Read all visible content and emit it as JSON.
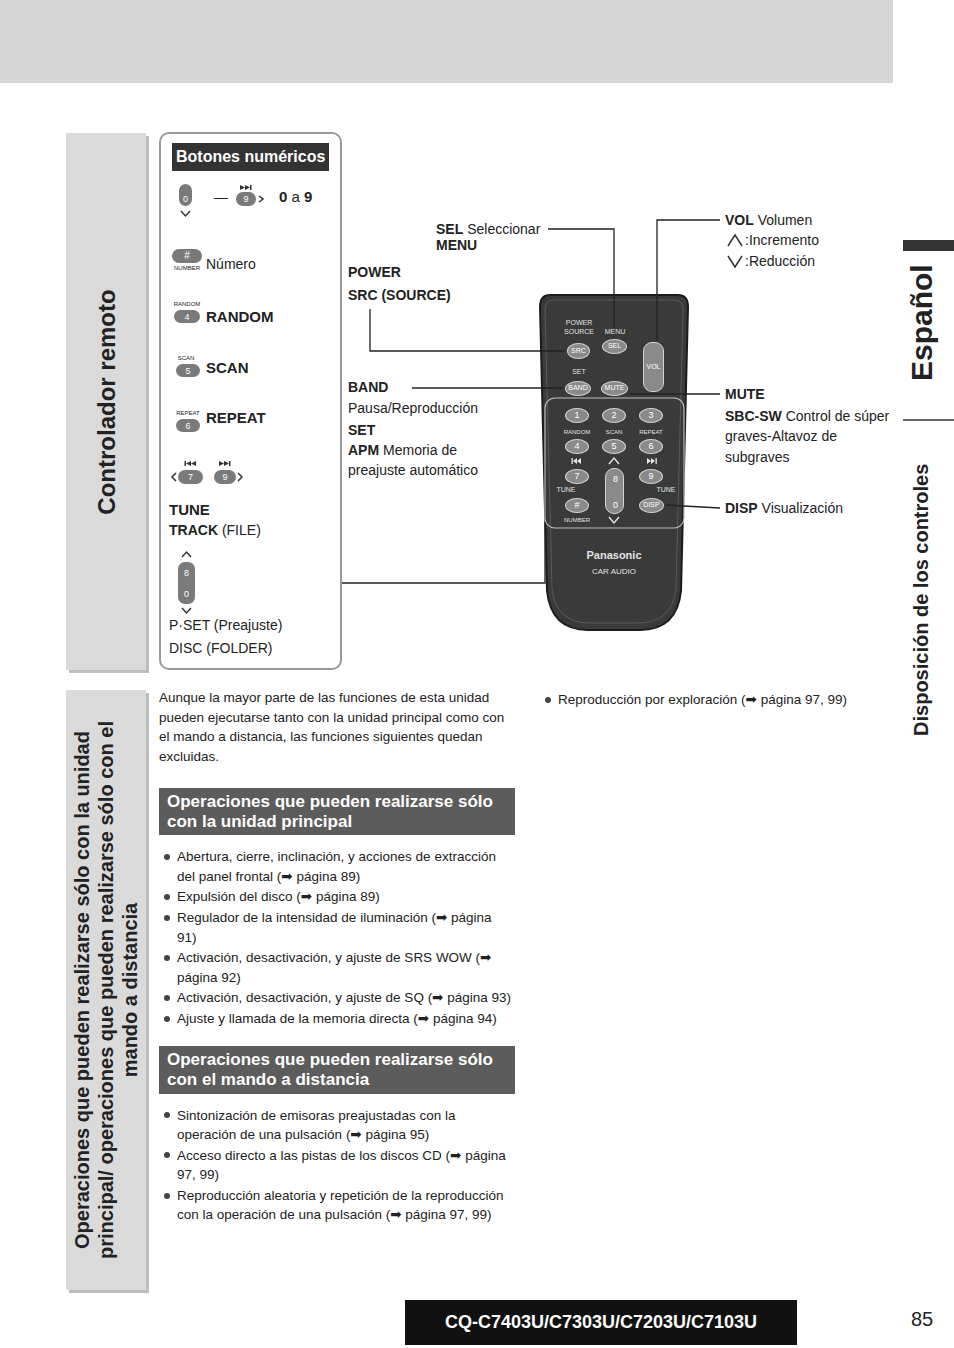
{
  "diagram": {
    "nodes": [
      {
        "text": [
          "Controlador remoto"
        ]
      },
      {
        "text": [
          "Botones numéricos"
        ]
      },
      {
        "text": [
          "0"
        ],
        "in": 1
      },
      {
        "text": [
          "9"
        ],
        "in": 1
      },
      {
        "text": [
          "#",
          "NUMBER"
        ],
        "in": 1
      },
      {
        "text": [
          "RANDOM",
          "4"
        ],
        "in": 1
      },
      {
        "text": [
          "SCAN",
          "5"
        ],
        "in": 1
      },
      {
        "text": [
          "REPEAT",
          "6"
        ],
        "in": 1
      },
      {
        "text": [
          "7"
        ],
        "in": 1
      },
      {
        "text": [
          "9"
        ],
        "in": 1
      },
      {
        "text": [
          "8",
          "0"
        ],
        "in": 1
      },
      {
        "text": [
          "POWER SOURCE",
          "MENU",
          "SET",
          "RANDOM",
          "SCAN",
          "REPEAT",
          "TUNE",
          "TUNE",
          "NUMBER",
          "Panasonic",
          "CAR AUDIO"
        ]
      },
      {
        "text": [
          "SRC"
        ],
        "in": 11
      },
      {
        "text": [
          "SEL"
        ],
        "in": 11
      },
      {
        "text": [
          "VOL"
        ],
        "in": 11
      },
      {
        "text": [
          "BAND"
        ],
        "in": 11
      },
      {
        "text": [
          "MUTE"
        ],
        "in": 11
      },
      {
        "text": [
          "1"
        ],
        "in": 11
      },
      {
        "text": [
          "2"
        ],
        "in": 11
      },
      {
        "text": [
          "3"
        ],
        "in": 11
      },
      {
        "text": [
          "4"
        ],
        "in": 11
      },
      {
        "text": [
          "5"
        ],
        "in": 11
      },
      {
        "text": [
          "6"
        ],
        "in": 11
      },
      {
        "text": [
          "7"
        ],
        "in": 11
      },
      {
        "text": [
          "8",
          "0"
        ],
        "in": 11
      },
      {
        "text": [
          "9"
        ],
        "in": 11
      },
      {
        "text": [
          "#"
        ],
        "in": 11
      },
      {
        "text": [
          "DISP"
        ],
        "in": 11
      },
      {
        "text": [
          "Operaciones que pueden realizarse sólo con la unidad principal/ operaciones que pueden realizarse sólo con el mando a distancia"
        ]
      },
      {
        "text": [
          "Operaciones que pueden realizarse sólo con la unidad principal"
        ]
      },
      {
        "text": [
          "Operaciones que pueden realizarse sólo con el mando a distancia"
        ]
      },
      {
        "text": [
          "CQ-C7403U/C7303U/C7203U/C7103U"
        ]
      }
    ],
    "labels": [
      "—",
      "0",
      "a",
      "9",
      "Número",
      "RANDOM",
      "SCAN",
      "REPEAT",
      "TUNE",
      "TRACK",
      "(FILE)",
      "P·SET (Preajuste)",
      "DISC (FOLDER)",
      "SEL",
      "Seleccionar",
      "MENU",
      "POWER",
      "SRC (SOURCE)",
      "BAND",
      "Pausa/Reproducción",
      "SET",
      "APM",
      "Memoria de preajuste automático",
      "VOL",
      "Volumen",
      ":Incremento",
      ":Reducción",
      "MUTE",
      "SBC-SW",
      "Control de súper graves-Altavoz de subgraves",
      "DISP",
      "Visualización",
      "Español",
      "Disposición de los controles",
      "Aunque la mayor parte de las funciones de esta unidad pueden ejecutarse tanto con la unidad principal como con el mando a distancia, las funciones siguientes quedan excluidas.",
      "Abertura, cierre, inclinación, y acciones de extracción del panel frontal (➡ página 89)",
      "Expulsión del disco (➡ página 89)",
      "Regulador de la intensidad de iluminación (➡ página 91)",
      "Activación, desactivación, y ajuste de SRS WOW (➡ página 92)",
      "Activación, desactivación, y ajuste de SQ (➡ página 93)",
      "Ajuste y llamada de la memoria directa (➡ página 94)",
      "Sintonización de emisoras preajustadas con la operación de una pulsación (➡ página 95)",
      "Acceso directo a las pistas de los discos CD (➡ página 97, 99)",
      "Reproducción aleatoria y repetición de la reproducción con la operación de una pulsación (➡ página 97, 99)",
      "Reproducción por exploración (➡ página 97, 99)",
      "85"
    ]
  }
}
